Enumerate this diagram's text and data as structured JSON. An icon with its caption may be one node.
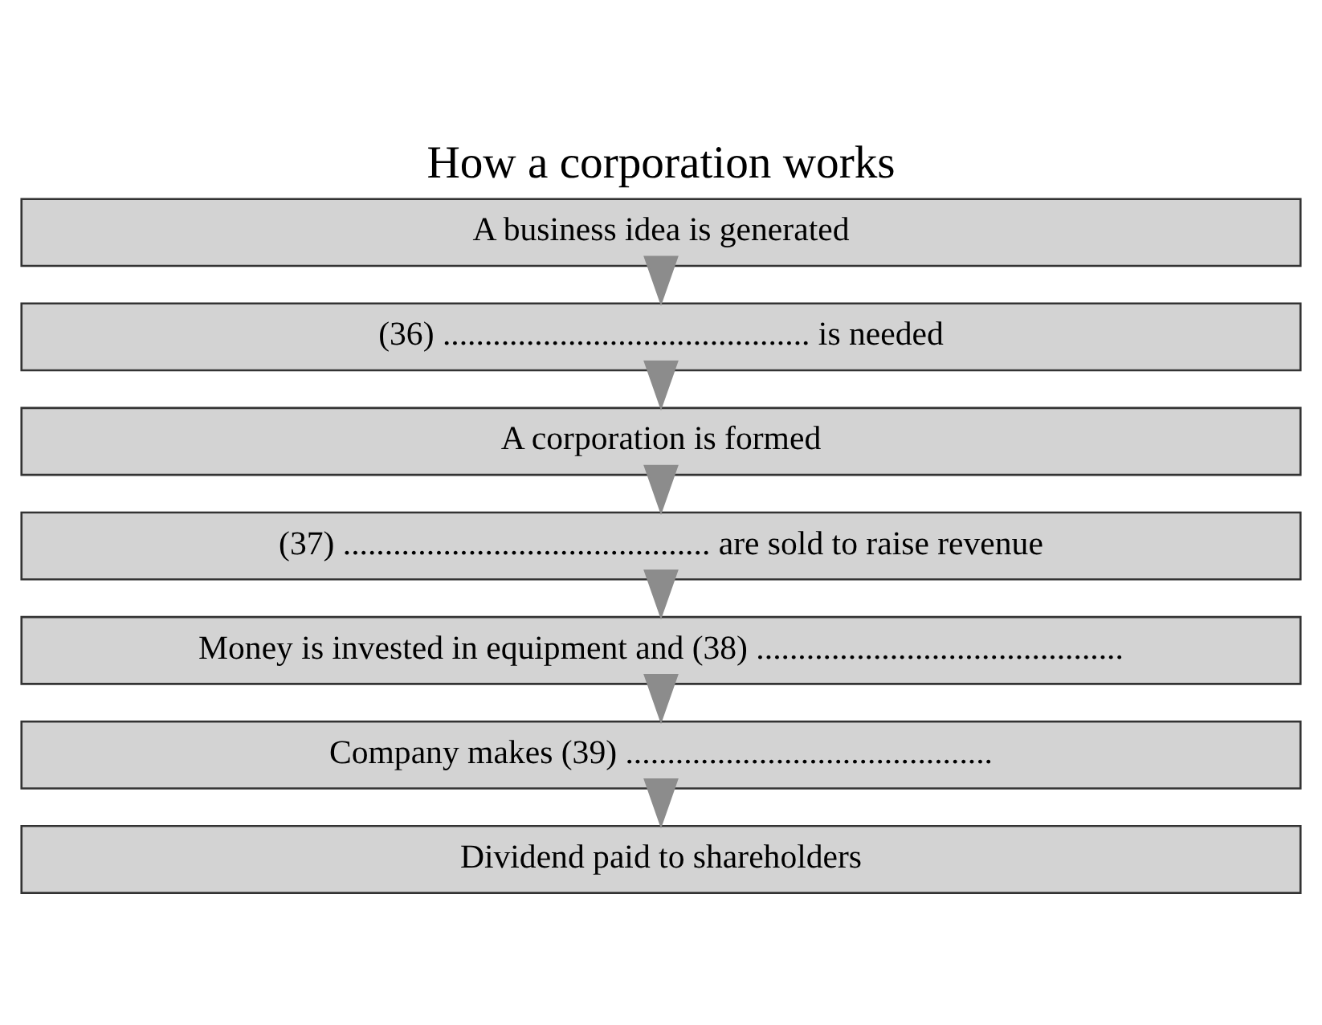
{
  "diagram": {
    "title": "How a corporation works",
    "nodes": [
      {
        "text": [
          "A business idea is generated"
        ]
      },
      {
        "text": [
          "(36) ............................................ is needed"
        ]
      },
      {
        "text": [
          "A corporation is formed"
        ]
      },
      {
        "text": [
          "(37) ............................................ are sold to raise revenue"
        ]
      },
      {
        "text": [
          "Money is invested in equipment and (38) ............................................"
        ]
      },
      {
        "text": [
          "Company makes (39) ............................................"
        ]
      },
      {
        "text": [
          "Dividend paid to shareholders"
        ]
      }
    ],
    "edges": [
      {
        "from": 0,
        "to": 1,
        "arrow": "to"
      },
      {
        "from": 1,
        "to": 2,
        "arrow": "to"
      },
      {
        "from": 2,
        "to": 3,
        "arrow": "to"
      },
      {
        "from": 3,
        "to": 4,
        "arrow": "to"
      },
      {
        "from": 4,
        "to": 5,
        "arrow": "to"
      },
      {
        "from": 5,
        "to": 6,
        "arrow": "to"
      }
    ]
  }
}
